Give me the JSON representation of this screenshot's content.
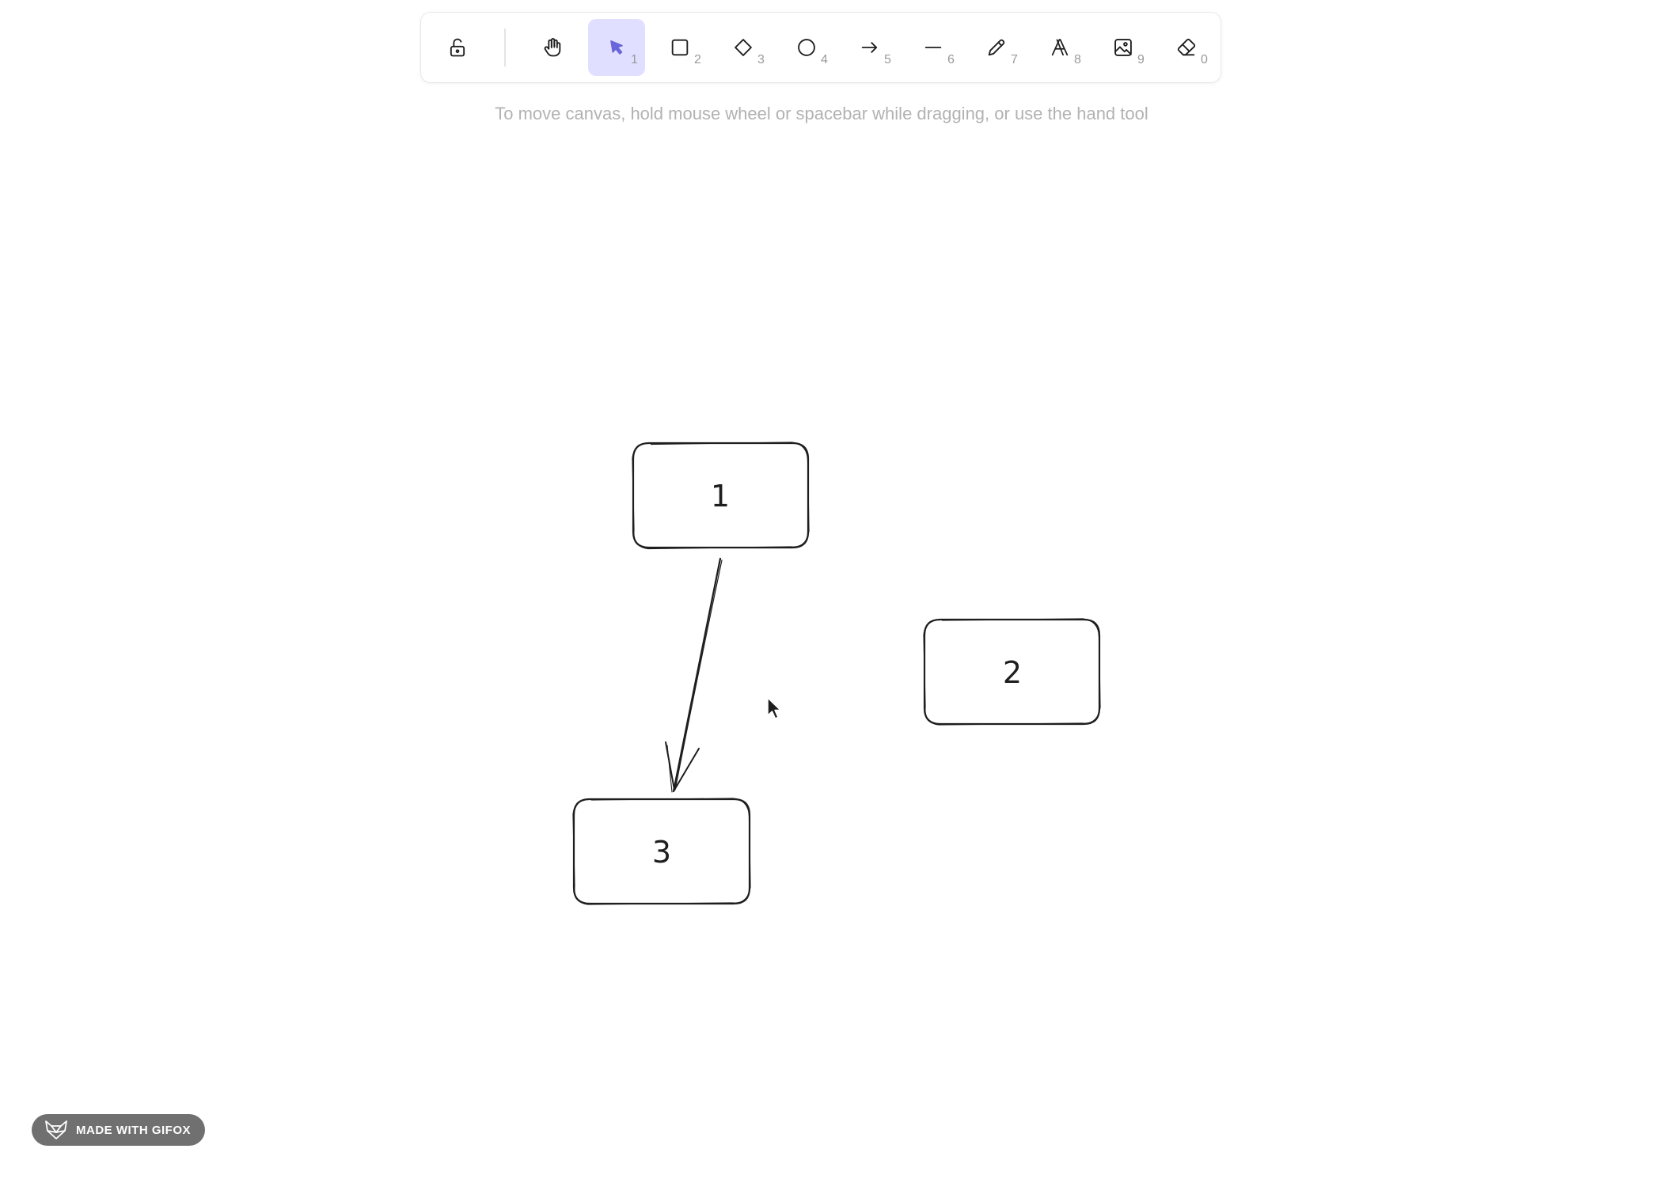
{
  "toolbar": {
    "tools": [
      {
        "name": "lock",
        "shortcut": ""
      },
      {
        "name": "hand",
        "shortcut": ""
      },
      {
        "name": "selection",
        "shortcut": "1",
        "selected": true
      },
      {
        "name": "rectangle",
        "shortcut": "2"
      },
      {
        "name": "diamond",
        "shortcut": "3"
      },
      {
        "name": "ellipse",
        "shortcut": "4"
      },
      {
        "name": "arrow",
        "shortcut": "5"
      },
      {
        "name": "line",
        "shortcut": "6"
      },
      {
        "name": "draw",
        "shortcut": "7"
      },
      {
        "name": "text",
        "shortcut": "8"
      },
      {
        "name": "image",
        "shortcut": "9"
      },
      {
        "name": "eraser",
        "shortcut": "0"
      }
    ],
    "selected_color": "#6965db",
    "selected_bg": "#e0dfff"
  },
  "hint": "To move canvas, hold mouse wheel or spacebar while dragging, or use the hand tool",
  "canvas": {
    "nodes": [
      {
        "label": "1"
      },
      {
        "label": "2"
      },
      {
        "label": "3"
      }
    ],
    "stroke_color": "#1e1e1e"
  },
  "badge": {
    "text": "MADE WITH GIFOX",
    "icon": "fox-icon"
  }
}
